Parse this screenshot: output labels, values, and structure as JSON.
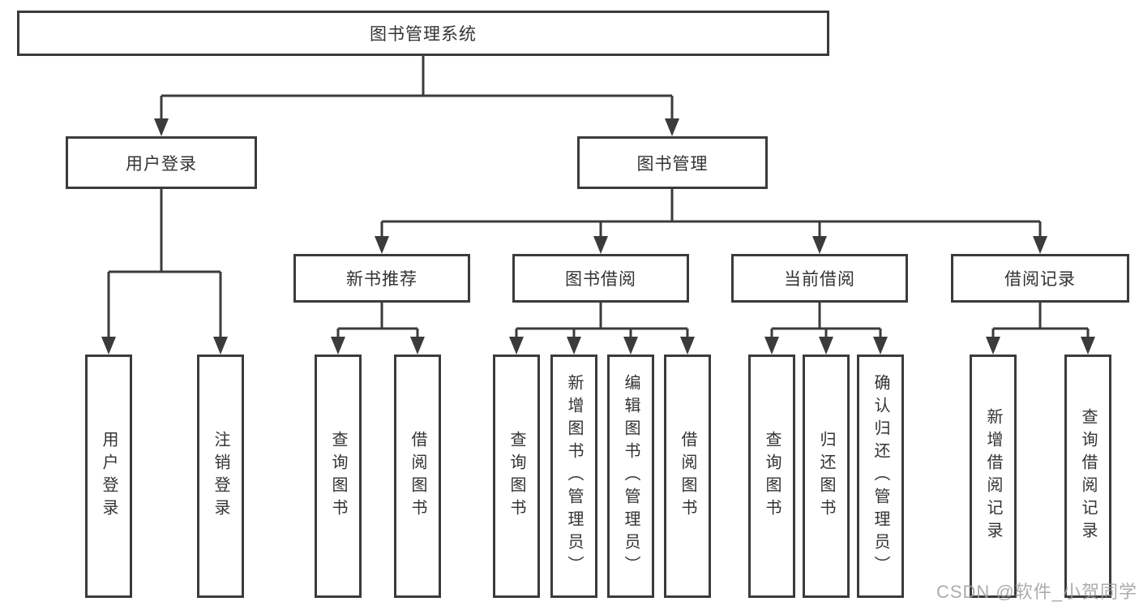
{
  "diagram": {
    "root_label": "图书管理系统",
    "branches": [
      {
        "label": "用户登录",
        "children": [
          {
            "label": "用户登录"
          },
          {
            "label": "注销登录"
          }
        ]
      },
      {
        "label": "图书管理",
        "children": [
          {
            "label": "新书推荐",
            "children": [
              {
                "label": "查询图书"
              },
              {
                "label": "借阅图书"
              }
            ]
          },
          {
            "label": "图书借阅",
            "children": [
              {
                "label": "查询图书"
              },
              {
                "label": "新增图书（管理员）"
              },
              {
                "label": "编辑图书（管理员）"
              },
              {
                "label": "借阅图书"
              }
            ]
          },
          {
            "label": "当前借阅",
            "children": [
              {
                "label": "查询图书"
              },
              {
                "label": "归还图书"
              },
              {
                "label": "确认归还（管理员）"
              }
            ]
          },
          {
            "label": "借阅记录",
            "children": [
              {
                "label": "新增借阅记录"
              },
              {
                "label": "查询借阅记录"
              }
            ]
          }
        ]
      }
    ]
  },
  "watermark": {
    "text": "CSDN @软件_小贺同学"
  },
  "colors": {
    "line": "#3b3b3b",
    "text": "#333333",
    "background": "#ffffff",
    "watermark": "#9e9e9e"
  }
}
